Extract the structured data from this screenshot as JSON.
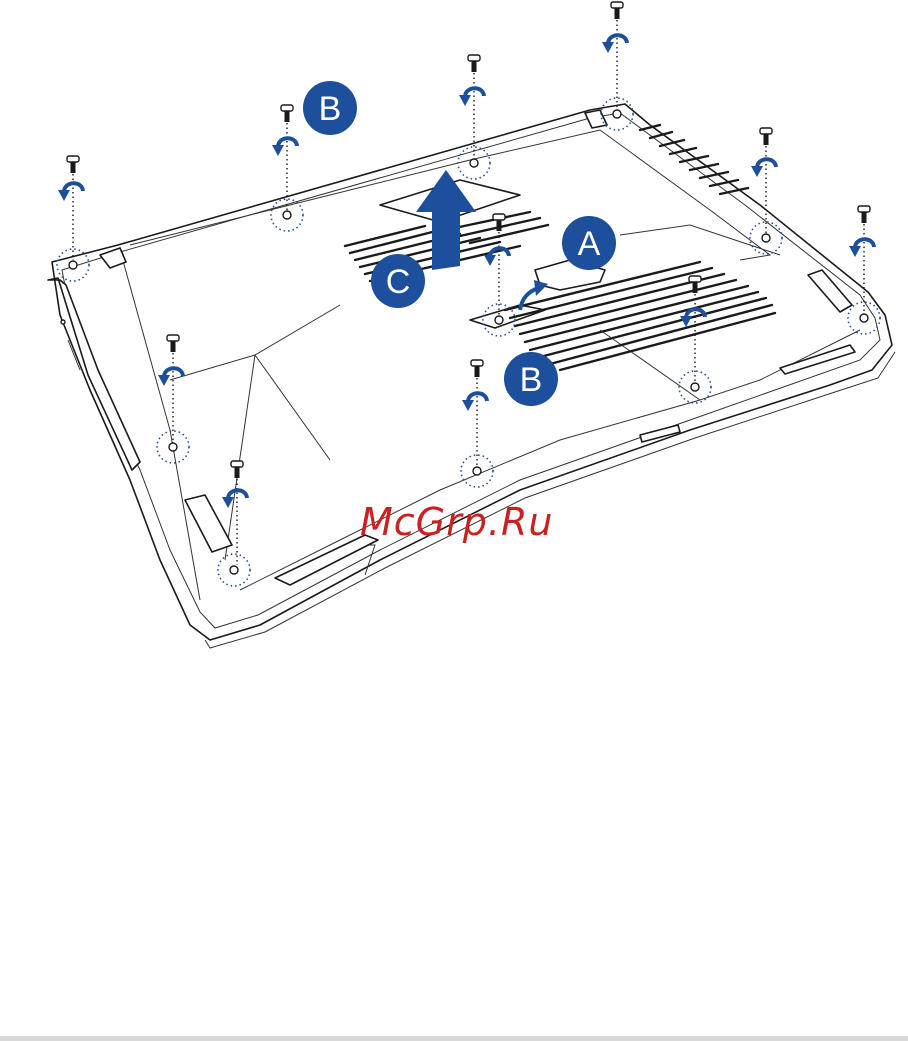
{
  "labels": {
    "a": "A",
    "b": "B",
    "c": "C"
  },
  "watermark": "McGrp.Ru",
  "colors": {
    "accent_blue": "#1d4f9c",
    "watermark_red": "#cc1f1f",
    "line": "#1a1a1a"
  },
  "icons": {
    "screw": "screw-icon",
    "rotate": "counterclockwise-arrow-icon",
    "lift": "upward-arrow-icon"
  }
}
